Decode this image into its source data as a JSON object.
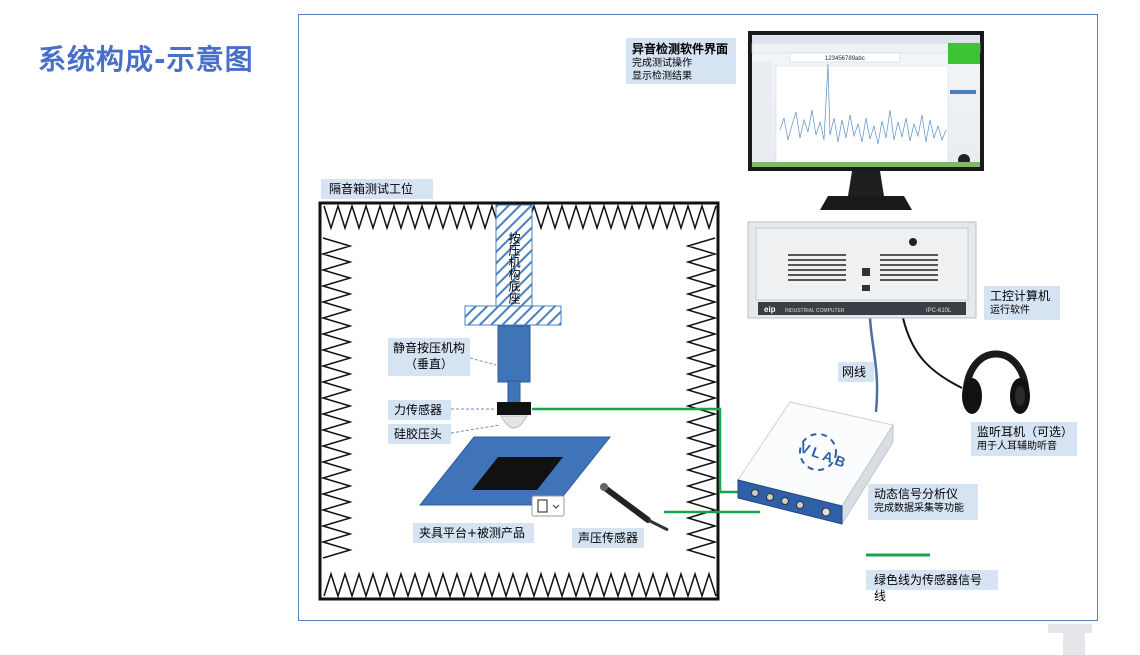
{
  "page": {
    "title": "系统构成-示意图"
  },
  "software": {
    "title": "异音检测软件界面",
    "line1": "完成测试操作",
    "line2": "显示检测结果",
    "sn": "123456789abc"
  },
  "booth": {
    "title": "隔音箱测试工位"
  },
  "press_base": {
    "text": "按压机构底座"
  },
  "mechanism": {
    "line1": "静音按压机构",
    "line2": "（垂直）"
  },
  "force_sensor": {
    "label": "力传感器"
  },
  "silicone_head": {
    "label": "硅胶压头"
  },
  "fixture": {
    "label": "夹具平台+被测产品"
  },
  "mic": {
    "label": "声压传感器"
  },
  "analyzer": {
    "title": "动态信号分析仪",
    "sub": "完成数据采集等功能",
    "logo": "VLAB"
  },
  "network": {
    "label": "网线"
  },
  "ipc": {
    "title": "工控计算机",
    "sub": "运行软件",
    "brand": "eip",
    "model_text": "INDUSTRIAL COMPUTER",
    "model": "IPC-610L"
  },
  "headphone": {
    "title": "监听耳机（可选）",
    "sub": "用于人耳辅助听音"
  },
  "legend": {
    "text": "绿色线为传感器信号线"
  },
  "colors": {
    "title": "#4a6fc9",
    "label_bg": "#d6e3f3",
    "signal": "#1aa34a",
    "frame": "#5b7fbf",
    "product_blue": "#3f74b8"
  }
}
